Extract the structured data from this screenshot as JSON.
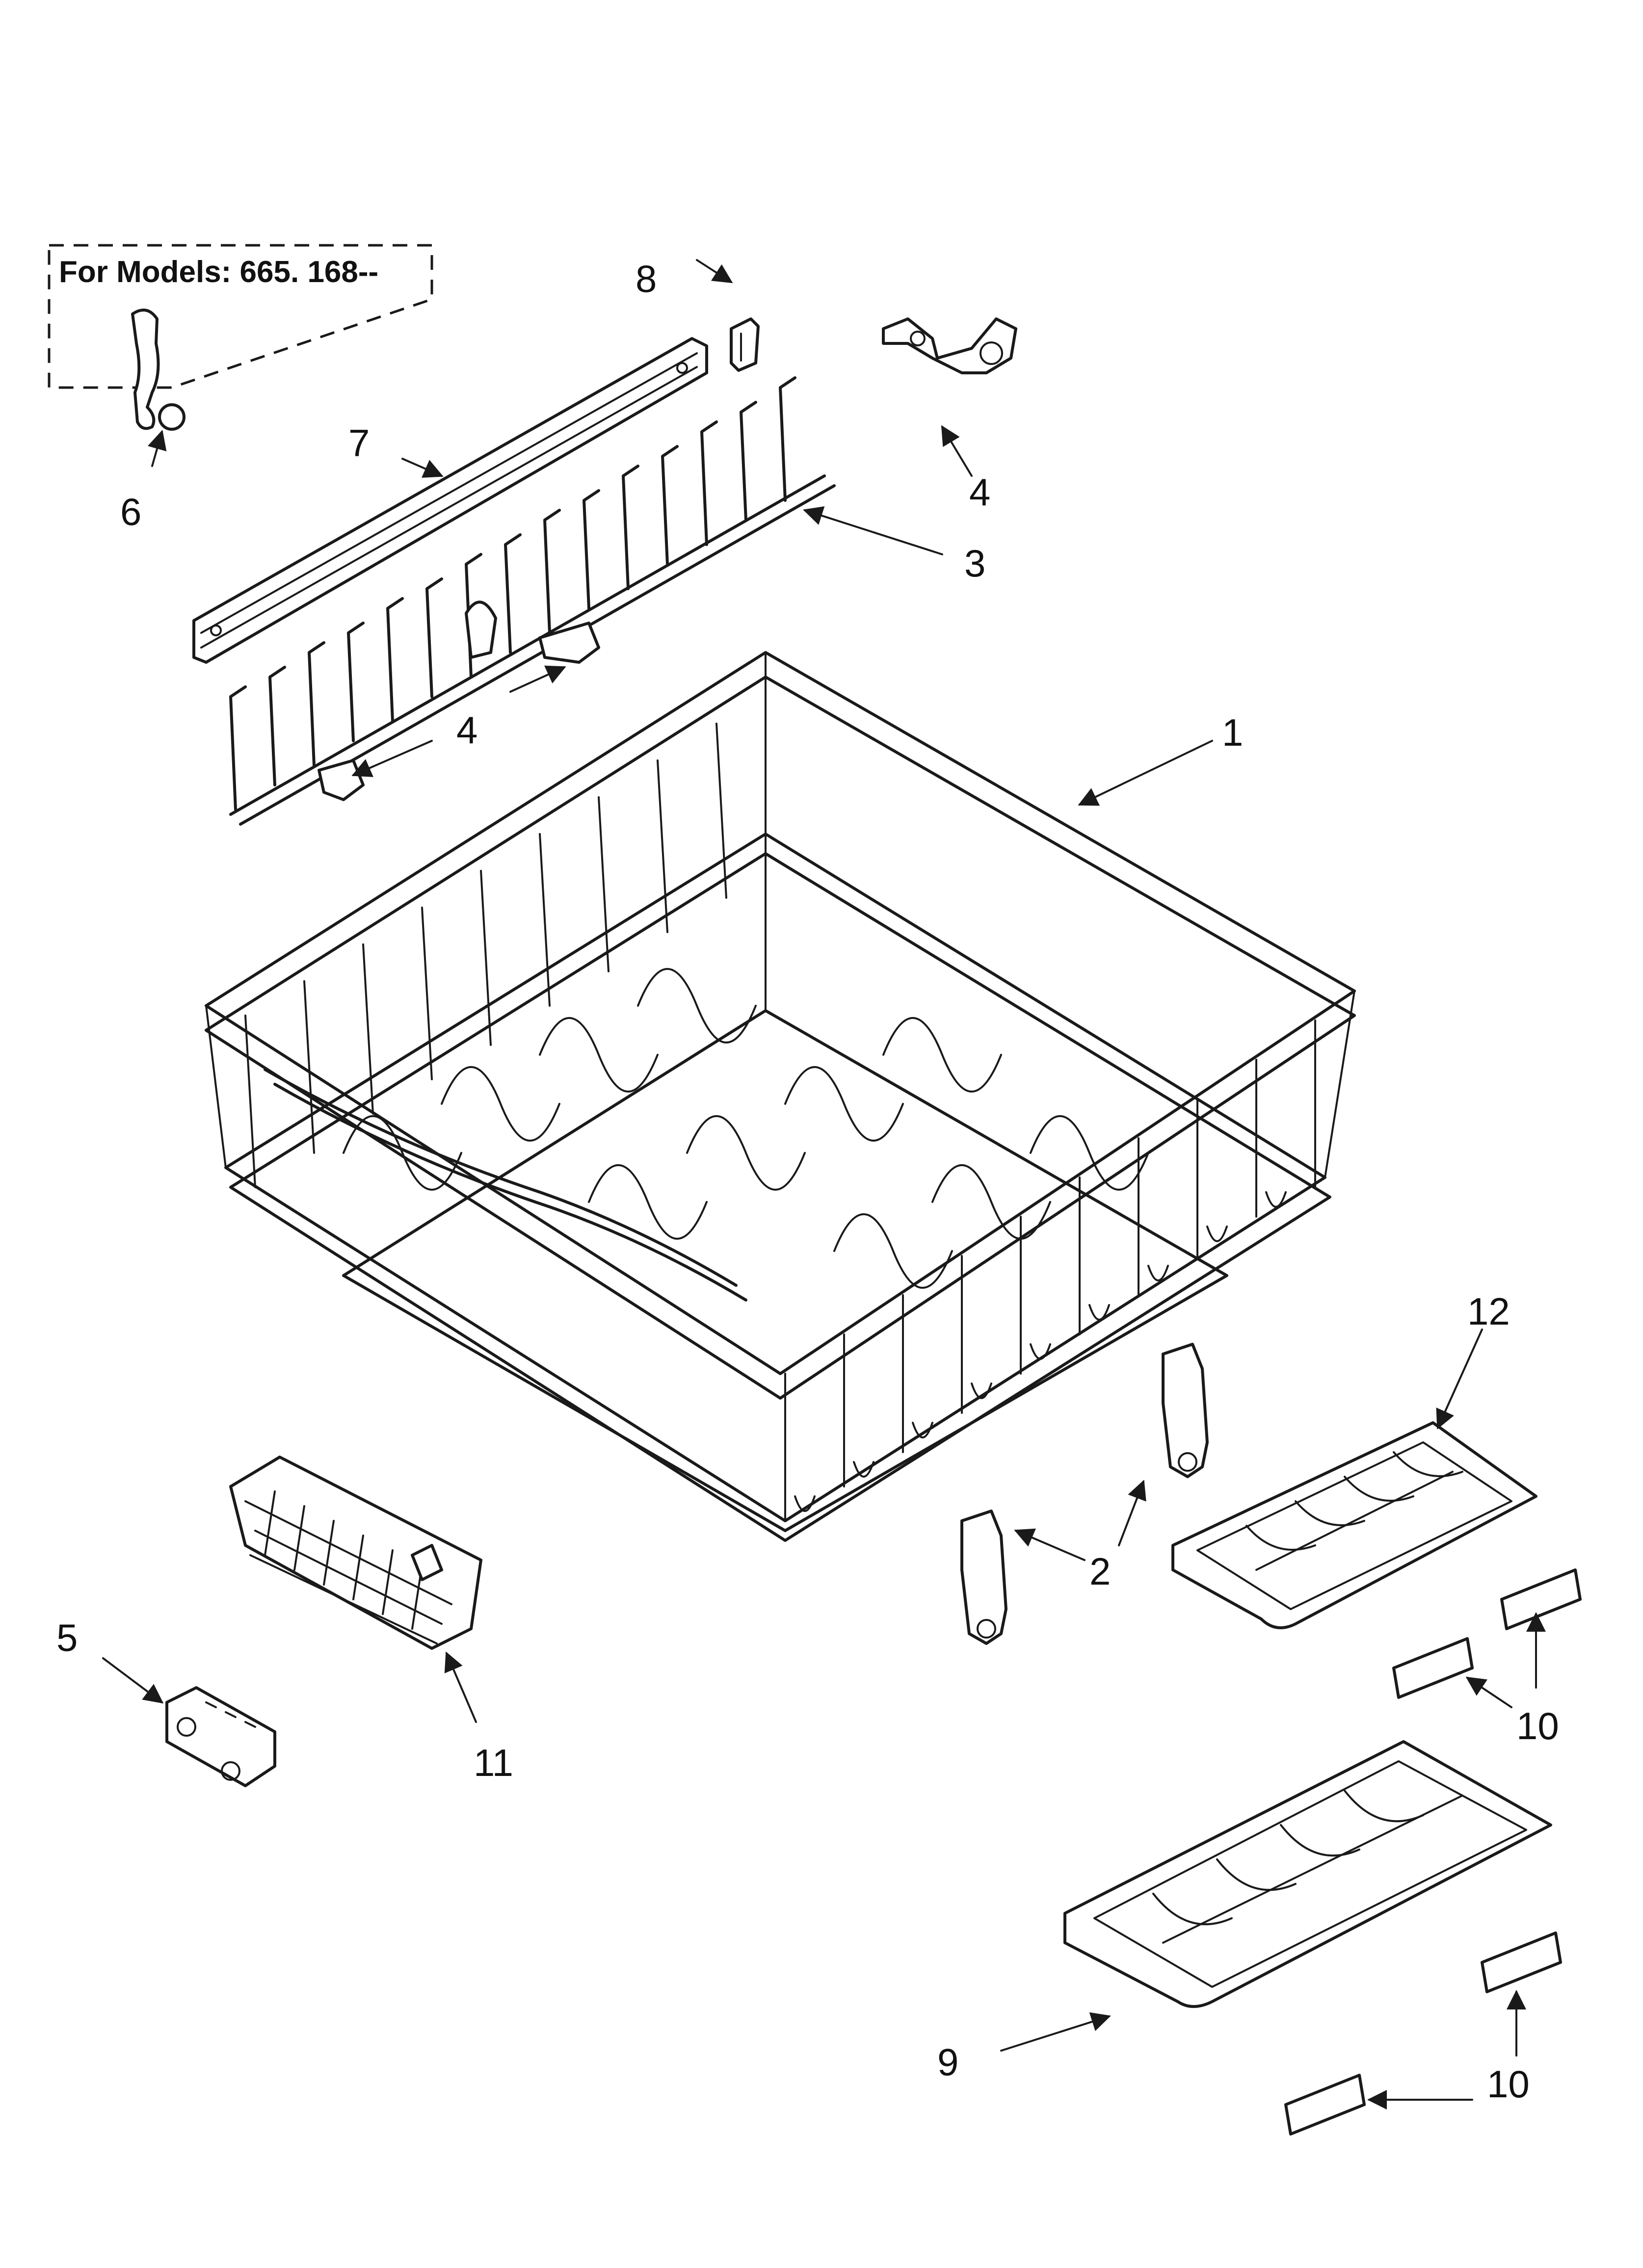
{
  "note": {
    "text": "For Models: 665. 168--"
  },
  "callouts": {
    "c1": "1",
    "c2": "2",
    "c3": "3",
    "c4a": "4",
    "c4b": "4",
    "c5": "5",
    "c6": "6",
    "c7": "7",
    "c8": "8",
    "c9": "9",
    "c10a": "10",
    "c10b": "10",
    "c11": "11",
    "c12": "12"
  }
}
